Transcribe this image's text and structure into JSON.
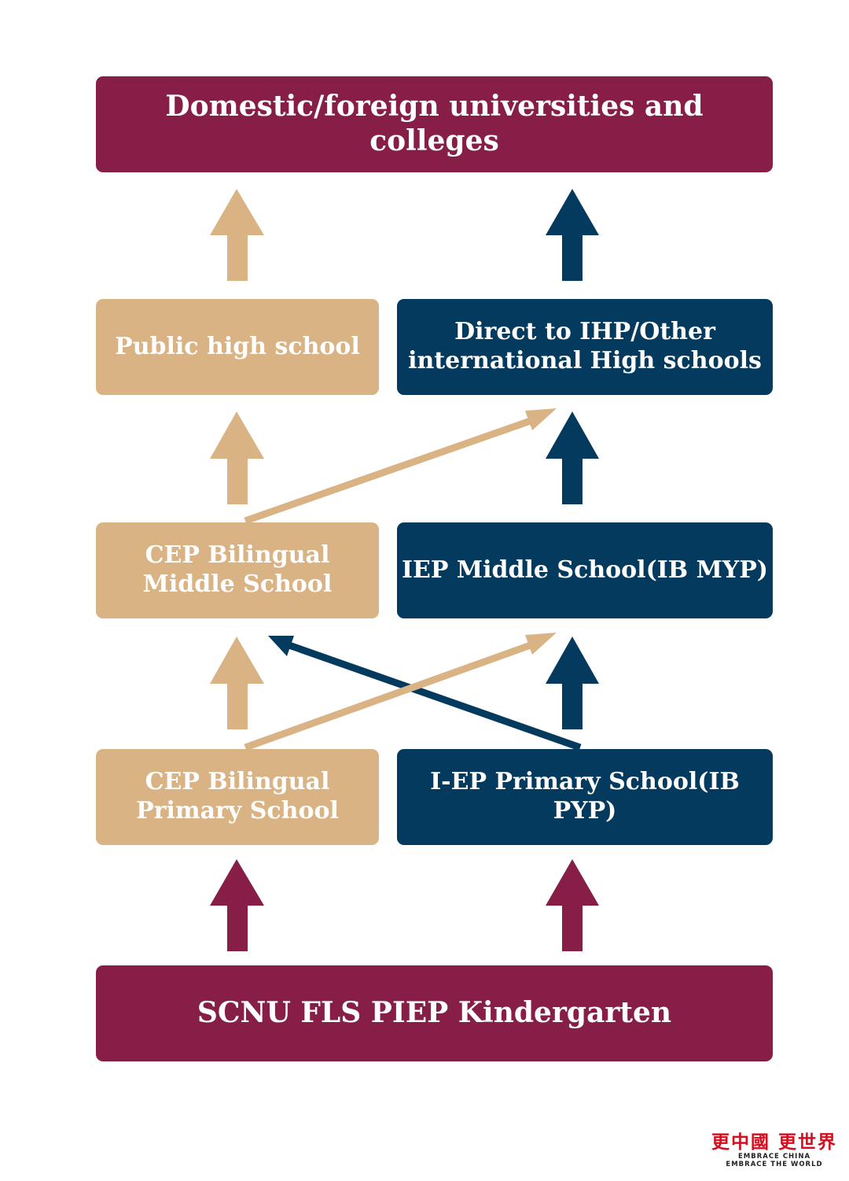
{
  "top": {
    "label": "Domestic/foreign universities and colleges"
  },
  "left": {
    "high": "Public high school",
    "middle": [
      "CEP Bilingual",
      "Middle School"
    ],
    "primary": [
      "CEP Bilingual",
      "Primary School"
    ]
  },
  "right": {
    "high": [
      "Direct to IHP/Other",
      "international High schools"
    ],
    "middle": "IEP Middle School(IB MYP)",
    "primary": "I-EP Primary School(IB PYP)"
  },
  "bottom": {
    "label": "SCNU FLS PIEP Kindergarten"
  },
  "brand": {
    "chinese": "更中國 更世界",
    "line1": "EMBRACE CHINA",
    "line2": "EMBRACE THE WORLD"
  },
  "colors": {
    "maroon": "#861e47",
    "tan": "#d9b384",
    "navy": "#033a5e",
    "brand_red": "#d60d1f"
  }
}
